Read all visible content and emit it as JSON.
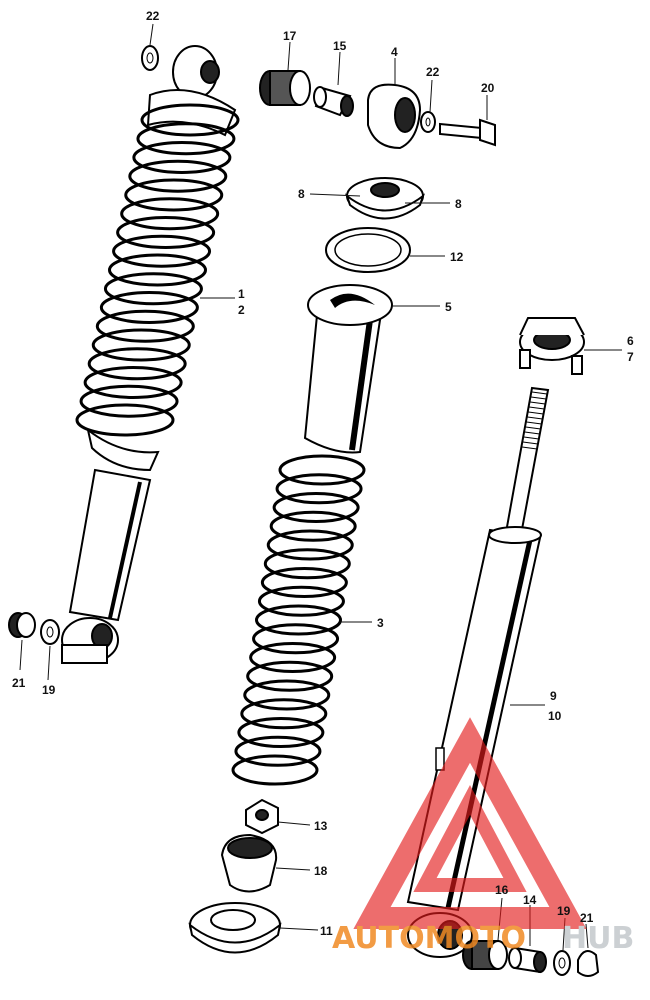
{
  "labels": {
    "l22a": "22",
    "l17": "17",
    "l15": "15",
    "l4": "4",
    "l22b": "22",
    "l20": "20",
    "l8a": "8",
    "l8b": "8",
    "l12": "12",
    "l1": "1",
    "l2": "2",
    "l5": "5",
    "l6": "6",
    "l7": "7",
    "l3": "3",
    "l21a": "21",
    "l19a": "19",
    "l9": "9",
    "l10": "10",
    "l13": "13",
    "l18": "18",
    "l11": "11",
    "l16": "16",
    "l14": "14",
    "l19b": "19",
    "l21b": "21"
  },
  "watermark": {
    "part1": "AUTOMOTO",
    "part2": "HUB",
    "color_orange": "#f08a24",
    "color_gray": "#c4c8cc",
    "color_red": "#e31b1b"
  }
}
